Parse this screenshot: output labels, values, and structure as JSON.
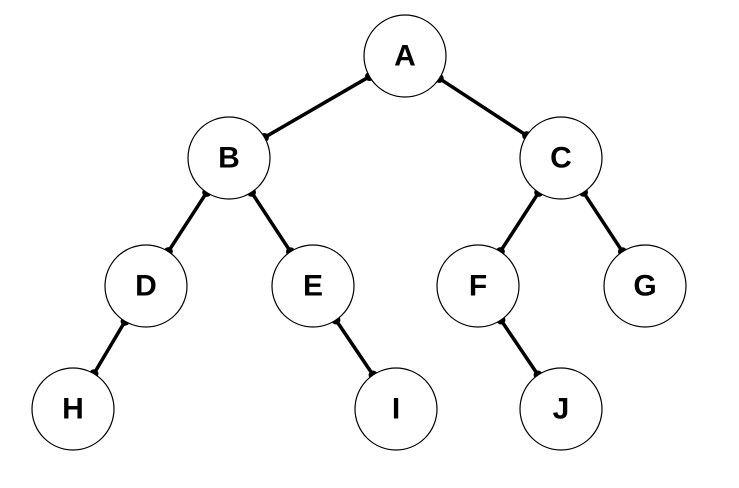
{
  "tree": {
    "nodes": [
      {
        "id": "A",
        "label": "A"
      },
      {
        "id": "B",
        "label": "B"
      },
      {
        "id": "C",
        "label": "C"
      },
      {
        "id": "D",
        "label": "D"
      },
      {
        "id": "E",
        "label": "E"
      },
      {
        "id": "F",
        "label": "F"
      },
      {
        "id": "G",
        "label": "G"
      },
      {
        "id": "H",
        "label": "H"
      },
      {
        "id": "I",
        "label": "I"
      },
      {
        "id": "J",
        "label": "J"
      }
    ],
    "edges": [
      {
        "from": "A",
        "to": "B"
      },
      {
        "from": "A",
        "to": "C"
      },
      {
        "from": "B",
        "to": "D"
      },
      {
        "from": "B",
        "to": "E"
      },
      {
        "from": "C",
        "to": "F"
      },
      {
        "from": "C",
        "to": "G"
      },
      {
        "from": "D",
        "to": "H"
      },
      {
        "from": "E",
        "to": "I"
      },
      {
        "from": "F",
        "to": "J"
      }
    ]
  }
}
